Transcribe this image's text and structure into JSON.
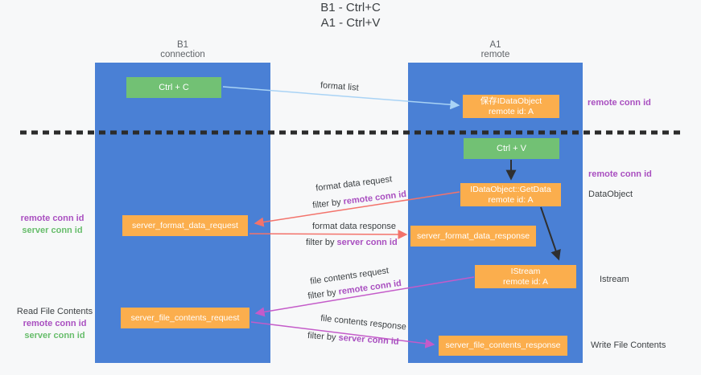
{
  "title": {
    "line1": "B1 - Ctrl+C",
    "line2": "A1 - Ctrl+V"
  },
  "columns": {
    "left": {
      "name": "B1",
      "subtitle": "connection"
    },
    "right": {
      "name": "A1",
      "subtitle": "remote"
    }
  },
  "nodes": {
    "ctrl_c": {
      "label": "Ctrl + C"
    },
    "ctrl_v": {
      "label": "Ctrl + V"
    },
    "save_dataobject": {
      "line1": "保存IDataObject",
      "line2": "remote id: A"
    },
    "getdata": {
      "line1": "IDataObject::GetData",
      "line2": "remote id: A"
    },
    "istream": {
      "line1": "IStream",
      "line2": "remote id: A"
    },
    "format_request": {
      "label": "server_format_data_request"
    },
    "format_response": {
      "label": "server_format_data_response"
    },
    "file_request": {
      "label": "server_file_contents_request"
    },
    "file_response": {
      "label": "server_file_contents_response"
    }
  },
  "annotations": {
    "right": {
      "remote_conn_id_top": "remote conn id",
      "remote_conn_id_mid": "remote conn id",
      "dataobject": "DataObject",
      "istream": "Istream",
      "write_file_contents": "Write File Contents"
    },
    "left": {
      "remote_conn_id_1": "remote conn id",
      "server_conn_id_1": "server conn id",
      "read_file_contents": "Read File Contents",
      "remote_conn_id_2": "remote conn id",
      "server_conn_id_2": "server conn id"
    }
  },
  "arrows": {
    "format_list": {
      "label": "format list"
    },
    "format_data_request": {
      "label": "format data request",
      "filter_prefix": "filter by ",
      "filter_key": "remote conn id"
    },
    "format_data_response": {
      "label": "format data response",
      "filter_prefix": "filter by ",
      "filter_key": "server conn id"
    },
    "file_contents_request": {
      "label": "file contents request",
      "filter_prefix": "filter by ",
      "filter_key": "remote conn id"
    },
    "file_contents_response": {
      "label": "file contents response",
      "filter_prefix": "filter by ",
      "filter_key": "server conn id"
    }
  },
  "colors": {
    "background": "#f7f8f9",
    "column_blue": "#4a80d5",
    "box_orange": "#fbae4d",
    "box_green": "#72c174",
    "arrow_light_blue": "#a9d3f5",
    "arrow_red": "#f3736b",
    "arrow_magenta": "#c45bc9",
    "arrow_black": "#2f2f2f",
    "separator_black": "#2b2b2b",
    "label_purple": "#a94fc0",
    "label_green": "#67bd6b"
  }
}
